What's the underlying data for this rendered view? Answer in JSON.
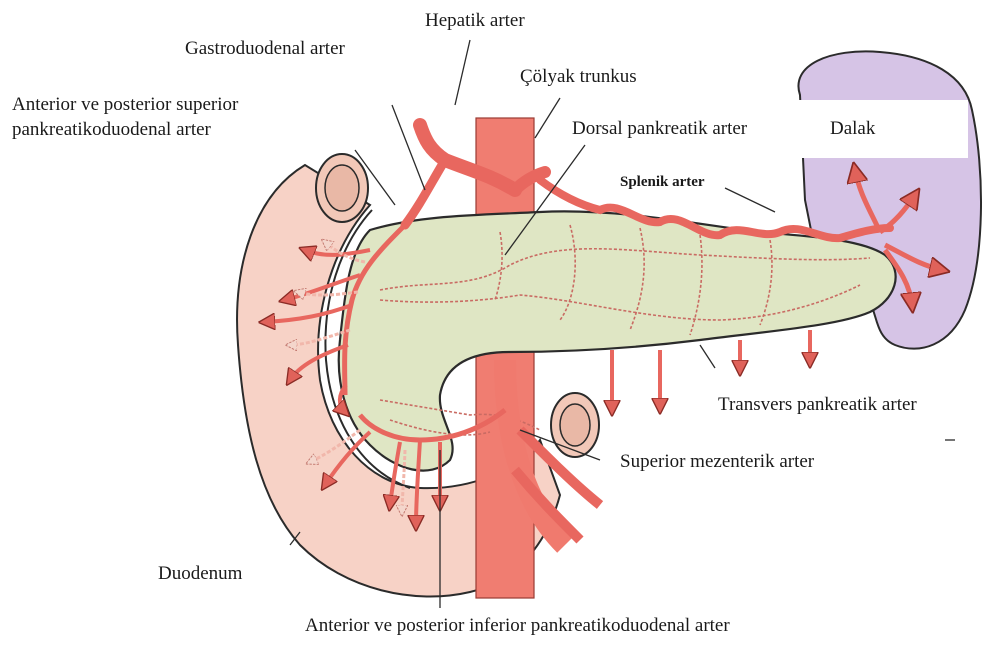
{
  "labels": {
    "hepatic_artery": "Hepatik arter",
    "gastroduodenal_artery": "Gastroduodenal arter",
    "celiac_trunk": "Çölyak trunkus",
    "superior_pd_artery_line1": "Anterior ve posterior superior",
    "superior_pd_artery_line2": "pankreatikoduodenal arter",
    "dorsal_pancreatic_artery": "Dorsal pankreatik arter",
    "spleen": "Dalak",
    "splenic_artery": "Splenik arter",
    "transverse_pancreatic_artery": "Transvers pankreatik  arter",
    "superior_mesenteric_artery": "Superior mezenterik arter",
    "duodenum": "Duodenum",
    "inferior_pd_artery": "Anterior ve posterior inferior pankreatikoduodenal arter"
  },
  "colors": {
    "artery": "#e8675f",
    "artery_dark": "#b23a33",
    "pancreas": "#dfe6c4",
    "duodenum": "#f6d3c7",
    "spleen": "#d5c3e6",
    "aorta": "#f07a6e",
    "outline": "#2b2b2b"
  }
}
